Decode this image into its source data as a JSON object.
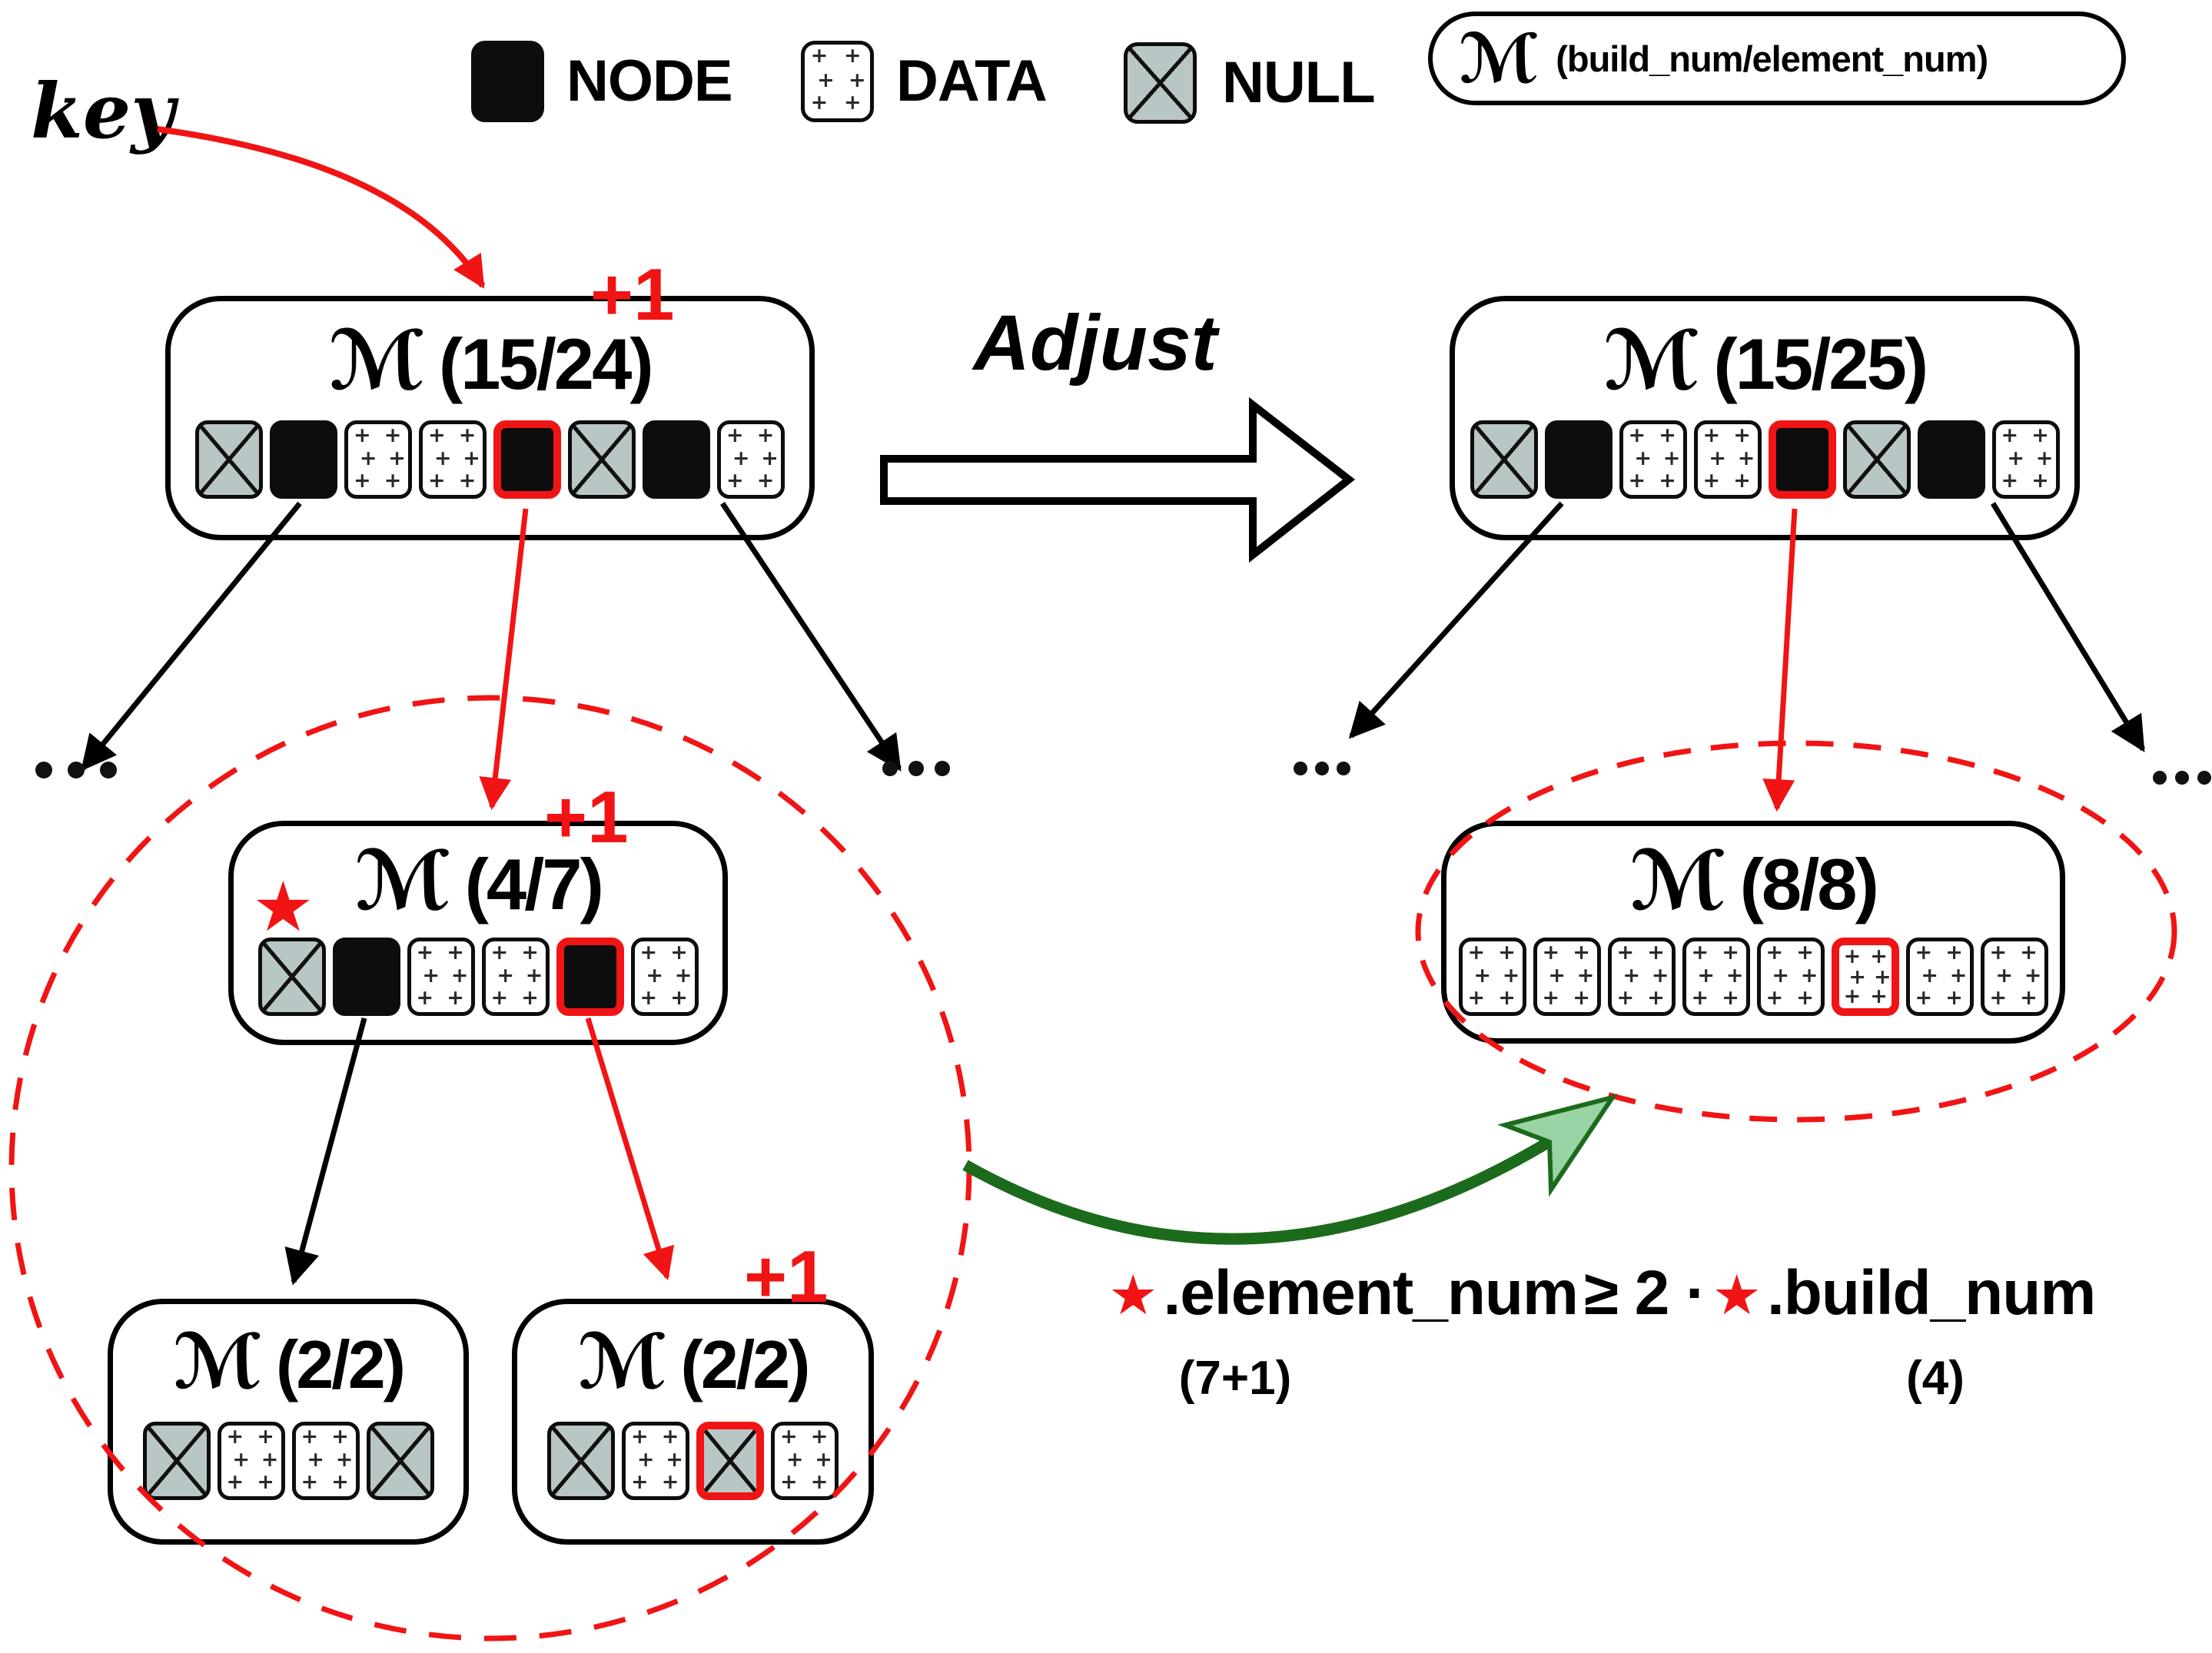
{
  "palette": {
    "red": "#f11414",
    "green_stroke": "#1c6b1c",
    "green_fill": "#98d4a4",
    "null_fill": "#b9c6c6",
    "black": "#0d0d0d"
  },
  "icons": {
    "star": "★",
    "plus": "+"
  },
  "legend": {
    "node_label": "NODE",
    "data_label": "DATA",
    "null_label": "NULL",
    "m_glyph": "ℳ",
    "m_spec": "(build_num/element_num)"
  },
  "labels": {
    "key": "key",
    "adjust": "Adjust",
    "plus_one": "+1"
  },
  "nodes": {
    "root_before": {
      "glyph": "ℳ",
      "counts": "(15/24)",
      "cells": [
        "null",
        "node",
        "data",
        "data",
        "node red",
        "null",
        "node",
        "data"
      ]
    },
    "root_after": {
      "glyph": "ℳ",
      "counts": "(15/25)",
      "cells": [
        "null",
        "node",
        "data",
        "data",
        "node red",
        "null",
        "node",
        "data"
      ]
    },
    "mid_before": {
      "glyph": "ℳ",
      "counts": "(4/7)",
      "cells": [
        "null",
        "node",
        "data",
        "data",
        "node red",
        "data"
      ]
    },
    "merged_after": {
      "glyph": "ℳ",
      "counts": "(8/8)",
      "cells": [
        "data",
        "data",
        "data",
        "data",
        "data",
        "data red",
        "data",
        "data"
      ]
    },
    "child_left": {
      "glyph": "ℳ",
      "counts": "(2/2)",
      "cells": [
        "null",
        "data",
        "data",
        "null"
      ]
    },
    "child_right": {
      "glyph": "ℳ",
      "counts": "(2/2)",
      "cells": [
        "null",
        "data",
        "null red",
        "data"
      ]
    }
  },
  "formula": {
    "lhs": ".element_num",
    "mid": "≥ 2 ·",
    "rhs": ".build_num",
    "lhs_note": "(7+1)",
    "rhs_note": "(4)"
  }
}
